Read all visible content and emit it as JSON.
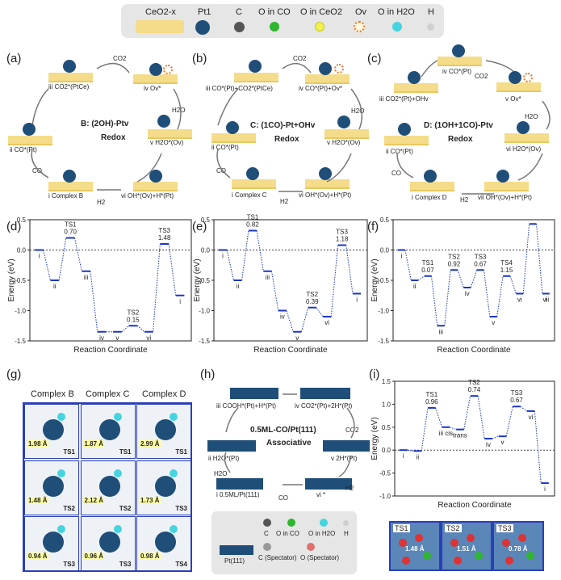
{
  "legend": {
    "items": [
      "CeO2-x",
      "Pt1",
      "C",
      "O in CO",
      "O in CeO2",
      "Ov",
      "O in H2O",
      "H"
    ],
    "colors": {
      "pt": "#1f4e79",
      "c": "#555555",
      "oco": "#2fb52f",
      "oceo": "#f2f24d",
      "ov": "#e8782c",
      "oh2o": "#45d4e0",
      "h": "#d0d0d0",
      "ceo": "#f5dc8a"
    }
  },
  "panels": {
    "a": {
      "label": "(a)",
      "title": "B: (2OH)-Ptv",
      "subtitle": "Redox",
      "states": [
        "iii CO2*(PtCe)",
        "iv Ov*",
        "ii CO*(Pt)",
        "v H2O*(Ov)",
        "i Complex B",
        "vi OH*(Ov)+H*(Pt)"
      ],
      "molecules": [
        "CO2",
        "H2O",
        "CO",
        "H2"
      ]
    },
    "b": {
      "label": "(b)",
      "title": "C: (1CO)-Pt+OHv",
      "subtitle": "Redox",
      "states": [
        "iii CO*(Pt)+CO2*(PtCe)",
        "iv CO*(Pt)+Ov*",
        "ii CO*(Pt)",
        "v H2O*(Ov)",
        "i Complex C",
        "vi OH*(Ov)+H*(Pt)"
      ],
      "molecules": [
        "CO2",
        "H2O",
        "CO",
        "H2"
      ]
    },
    "c": {
      "label": "(c)",
      "title": "D: (1OH+1CO)-Ptv",
      "subtitle": "Redox",
      "states": [
        "iii CO2*(Pt)+OHv",
        "iv CO*(Pt)",
        "v Ov*",
        "ii CO*(Pt)",
        "vi H2O*(Ov)",
        "i Complex D",
        "vii OH*(Ov)+H*(Pt)"
      ],
      "molecules": [
        "CO2",
        "H2O",
        "CO",
        "H2"
      ]
    },
    "h": {
      "label": "(h)",
      "title": "0.5ML-CO/Pt(111)",
      "subtitle": "Associative",
      "states": [
        "iii COOH*(Pt)+H*(Pt)",
        "iv CO2*(Pt)+2H*(Pt)",
        "ii H2O*(Pt)",
        "v 2H*(Pt)",
        "i 0.5ML/Pt(111)",
        "vi *"
      ],
      "molecules": [
        "CO2",
        "H2O",
        "CO",
        "H2"
      ],
      "legend": [
        "Pt(111)",
        "C",
        "O in CO",
        "O in H2O",
        "H",
        "C (Spectator)",
        "O (Spectator)"
      ]
    },
    "g": {
      "label": "(g)",
      "cols": [
        "Complex B",
        "Complex C",
        "Complex D"
      ],
      "cells": [
        [
          "1.98 Å",
          "TS1"
        ],
        [
          "1.87 Å",
          "TS1"
        ],
        [
          "2.99 Å",
          "TS1"
        ],
        [
          "1.48 Å",
          "TS2"
        ],
        [
          "2.12 Å",
          "TS2"
        ],
        [
          "1.73 Å",
          "TS3"
        ],
        [
          "0.94 Å",
          "TS3"
        ],
        [
          "0.96 Å",
          "TS3"
        ],
        [
          "0.98 Å",
          "TS4"
        ]
      ]
    },
    "i_img": {
      "cells": [
        [
          "TS1",
          "1.48 Å"
        ],
        [
          "TS2",
          "1.51 Å"
        ],
        [
          "TS3",
          "0.78 Å"
        ]
      ]
    }
  },
  "chart_data": [
    {
      "id": "d",
      "label": "(d)",
      "type": "line",
      "xlabel": "Reaction Coordinate",
      "ylabel": "Energy (eV)",
      "ylim": [
        -1.5,
        0.5
      ],
      "yticks": [
        "0.5",
        "0.0",
        "-0.5",
        "-1.0",
        "-1.5"
      ],
      "levels": [
        0,
        -0.5,
        0.2,
        -0.35,
        -1.35,
        -1.35,
        -1.25,
        -1.35,
        0.1,
        -0.75
      ],
      "state_labels": [
        "i",
        "ii",
        "iii",
        "iv",
        "v",
        "vi",
        "i"
      ],
      "annotations": [
        {
          "name": "TS1",
          "value": "0.70"
        },
        {
          "name": "TS2",
          "value": "0.15"
        },
        {
          "name": "TS3",
          "value": "1.48"
        }
      ]
    },
    {
      "id": "e",
      "label": "(e)",
      "type": "line",
      "xlabel": "Reaction Coordinate",
      "ylabel": "Energy (eV)",
      "ylim": [
        -1.5,
        0.5
      ],
      "yticks": [
        "0.5",
        "0.0",
        "-0.5",
        "-1.0",
        "-1.5"
      ],
      "levels": [
        0,
        -0.5,
        0.32,
        -0.35,
        -1.0,
        -1.35,
        -0.95,
        -1.1,
        0.08,
        -0.72
      ],
      "state_labels": [
        "i",
        "ii",
        "iii",
        "iv",
        "v",
        "vi",
        "i"
      ],
      "annotations": [
        {
          "name": "TS1",
          "value": "0.82"
        },
        {
          "name": "TS2",
          "value": "0.39"
        },
        {
          "name": "TS3",
          "value": "1.18"
        }
      ]
    },
    {
      "id": "f",
      "label": "(f)",
      "type": "line",
      "xlabel": "Reaction Coordinate",
      "ylabel": "Energy (eV)",
      "ylim": [
        -1.5,
        0.5
      ],
      "yticks": [
        "0.5",
        "0.0",
        "-0.5",
        "-1.0",
        "-1.5"
      ],
      "levels": [
        0,
        -0.5,
        -0.43,
        -1.25,
        -0.33,
        -0.62,
        -0.33,
        -1.1,
        -0.43,
        -0.72,
        0.43,
        -0.72
      ],
      "state_labels": [
        "i",
        "ii",
        "iii",
        "iv",
        "v",
        "vi",
        "vii",
        "i"
      ],
      "annotations": [
        {
          "name": "TS1",
          "value": "0.07"
        },
        {
          "name": "TS2",
          "value": "0.92"
        },
        {
          "name": "TS3",
          "value": "0.67"
        },
        {
          "name": "TS4",
          "value": "1.15"
        }
      ]
    },
    {
      "id": "i",
      "label": "(i)",
      "type": "line",
      "xlabel": "Reaction Coordinate",
      "ylabel": "Energy (eV)",
      "ylim": [
        -1.0,
        1.5
      ],
      "yticks": [
        "1.5",
        "1.0",
        "0.5",
        "0.0",
        "-0.5",
        "-1.0"
      ],
      "levels": [
        0,
        -0.02,
        0.92,
        0.5,
        0.45,
        1.18,
        0.25,
        0.3,
        0.95,
        0.85,
        -0.72
      ],
      "state_labels": [
        "i",
        "ii",
        "iii cis",
        "trans",
        "iv",
        "v",
        "vi",
        "i"
      ],
      "annotations": [
        {
          "name": "TS1",
          "value": "0.96"
        },
        {
          "name": "TS2",
          "value": "0.74"
        },
        {
          "name": "TS3",
          "value": "0.67"
        }
      ]
    }
  ]
}
